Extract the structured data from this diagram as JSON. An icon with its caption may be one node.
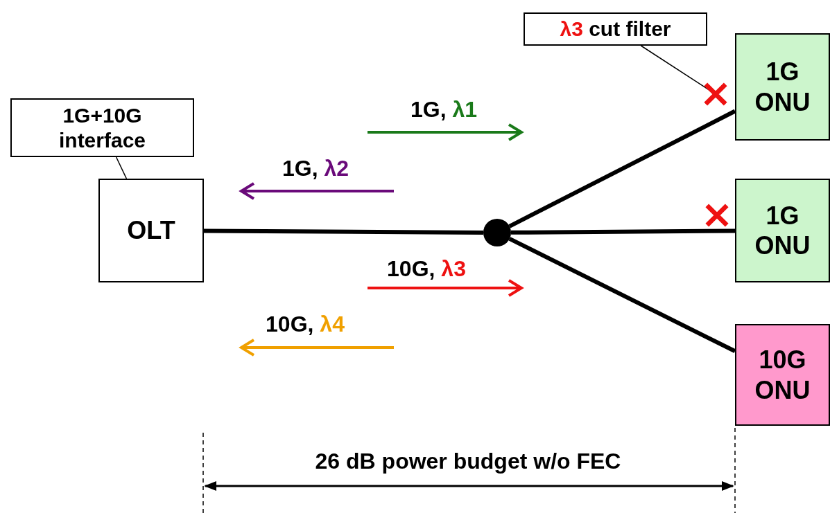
{
  "diagram": {
    "nodes": [
      {
        "text": [
          "OLT"
        ]
      },
      {
        "text": [],
        "shape": "circle"
      },
      {
        "text": [
          "1G ONU"
        ]
      },
      {
        "text": [
          "1G ONU"
        ]
      },
      {
        "text": [
          "10G ONU"
        ]
      },
      {
        "text": [
          "1G+10G interface"
        ]
      },
      {
        "text": [
          "λ3 cut filter"
        ]
      },
      {
        "text": [],
        "shape": "cross"
      },
      {
        "text": [],
        "shape": "cross"
      }
    ],
    "edges": [
      {
        "from": 0,
        "to": 1,
        "arrow": "none"
      },
      {
        "from": 1,
        "to": 2,
        "arrow": "none"
      },
      {
        "from": 1,
        "to": 3,
        "arrow": "none"
      },
      {
        "from": 1,
        "to": 4,
        "arrow": "none"
      },
      {
        "from": 5,
        "to": 0,
        "arrow": "none"
      },
      {
        "from": 6,
        "to": 7,
        "arrow": "none"
      }
    ],
    "labels": [
      "1G, λ1",
      "1G, λ2",
      "10G, λ3",
      "10G, λ4",
      "26 dB power budget w/o FEC"
    ]
  }
}
